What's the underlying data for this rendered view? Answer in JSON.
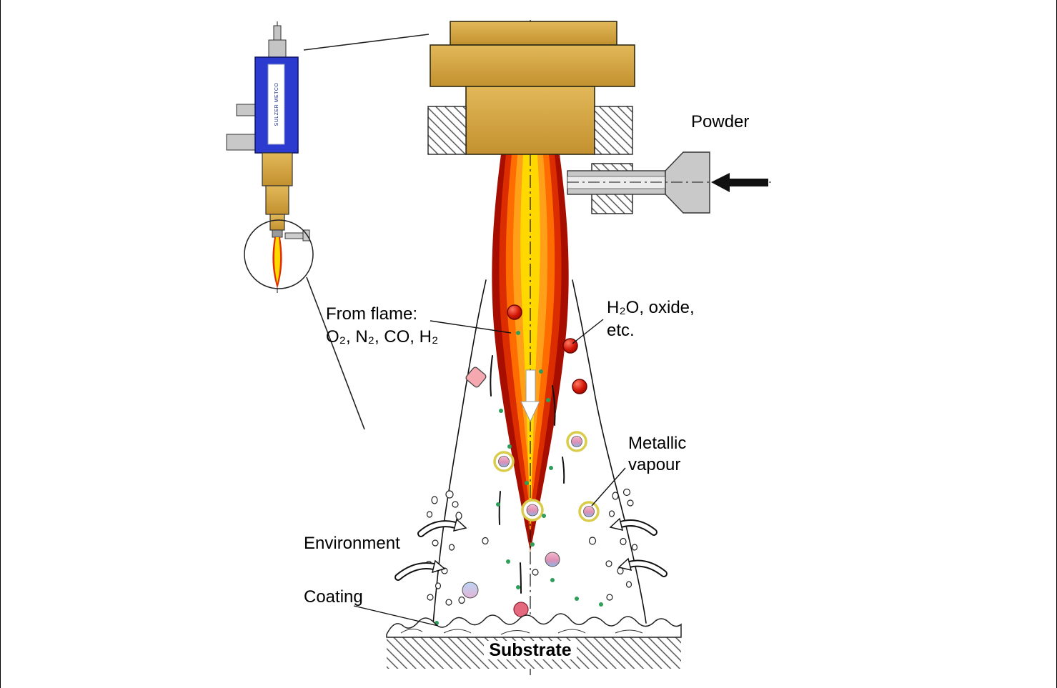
{
  "labels": {
    "powder": "Powder",
    "from_flame_line1": "From flame:",
    "from_flame_line2": "O₂, N₂, CO, H₂",
    "byproducts_line1": "H₂O, oxide,",
    "byproducts_line2": "etc.",
    "metallic_vapour_line1": "Metallic",
    "metallic_vapour_line2": "vapour",
    "environment": "Environment",
    "coating": "Coating",
    "substrate": "Substrate",
    "gun_brand": "SULZER METCO"
  },
  "colors": {
    "brass": "#D2A13C",
    "gun_body_blue": "#2B3BD0",
    "flame_outer_red": "#A80E00",
    "flame_mid_orange": "#FF6C00",
    "flame_core_yellow": "#FFD800",
    "particle_red": "#D31505",
    "particle_pink": "#F5A8B0",
    "splat_ring_yellow": "#D9CC4A",
    "green_dot": "#2E9E5B",
    "metal_gray": "#C9C9C9",
    "background": "#FFFFFF"
  }
}
